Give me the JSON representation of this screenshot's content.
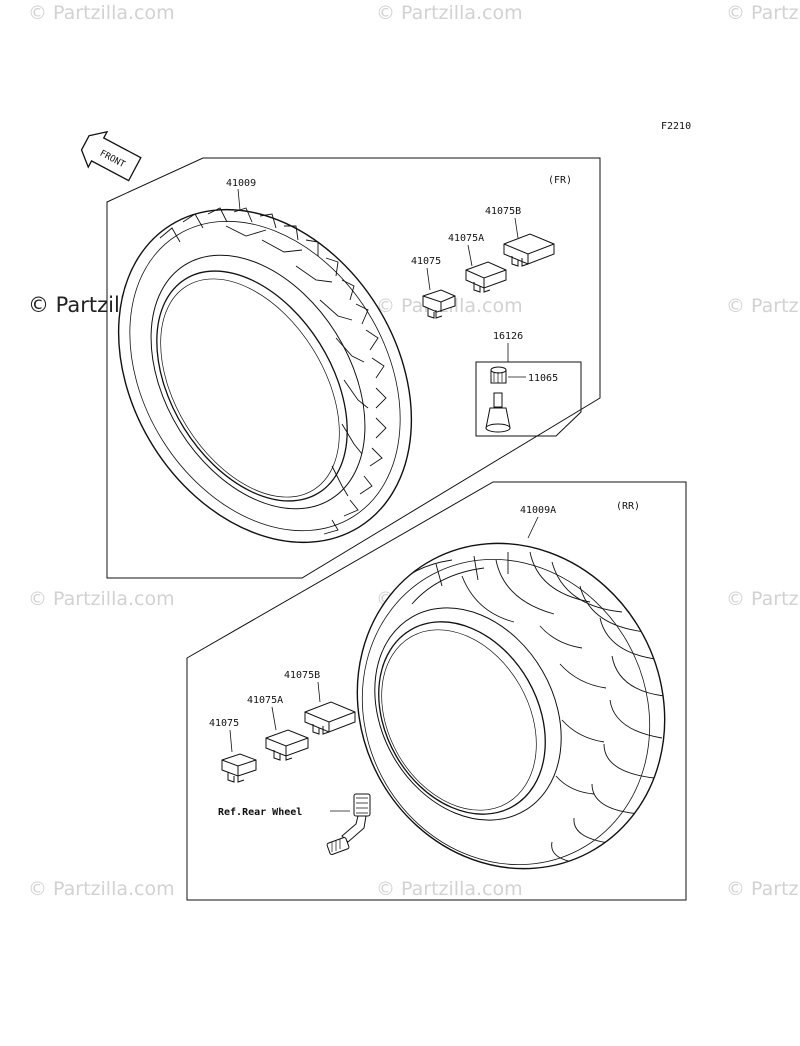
{
  "diagram": {
    "figure_code": "F2210",
    "front_badge": "FRONT",
    "front_section": {
      "title": "(FR)",
      "tire": "41009",
      "weight_a": "41075",
      "weight_b": "41075A",
      "weight_c": "41075B",
      "valve": "16126",
      "valve_cap": "11065"
    },
    "rear_section": {
      "title": "(RR)",
      "tire": "41009A",
      "weight_a": "41075",
      "weight_b": "41075A",
      "weight_c": "41075B",
      "valve_ref": "Ref.Rear Wheel"
    }
  },
  "watermark": {
    "text": "© Partzilla.com",
    "edge_text": "© Partz"
  }
}
